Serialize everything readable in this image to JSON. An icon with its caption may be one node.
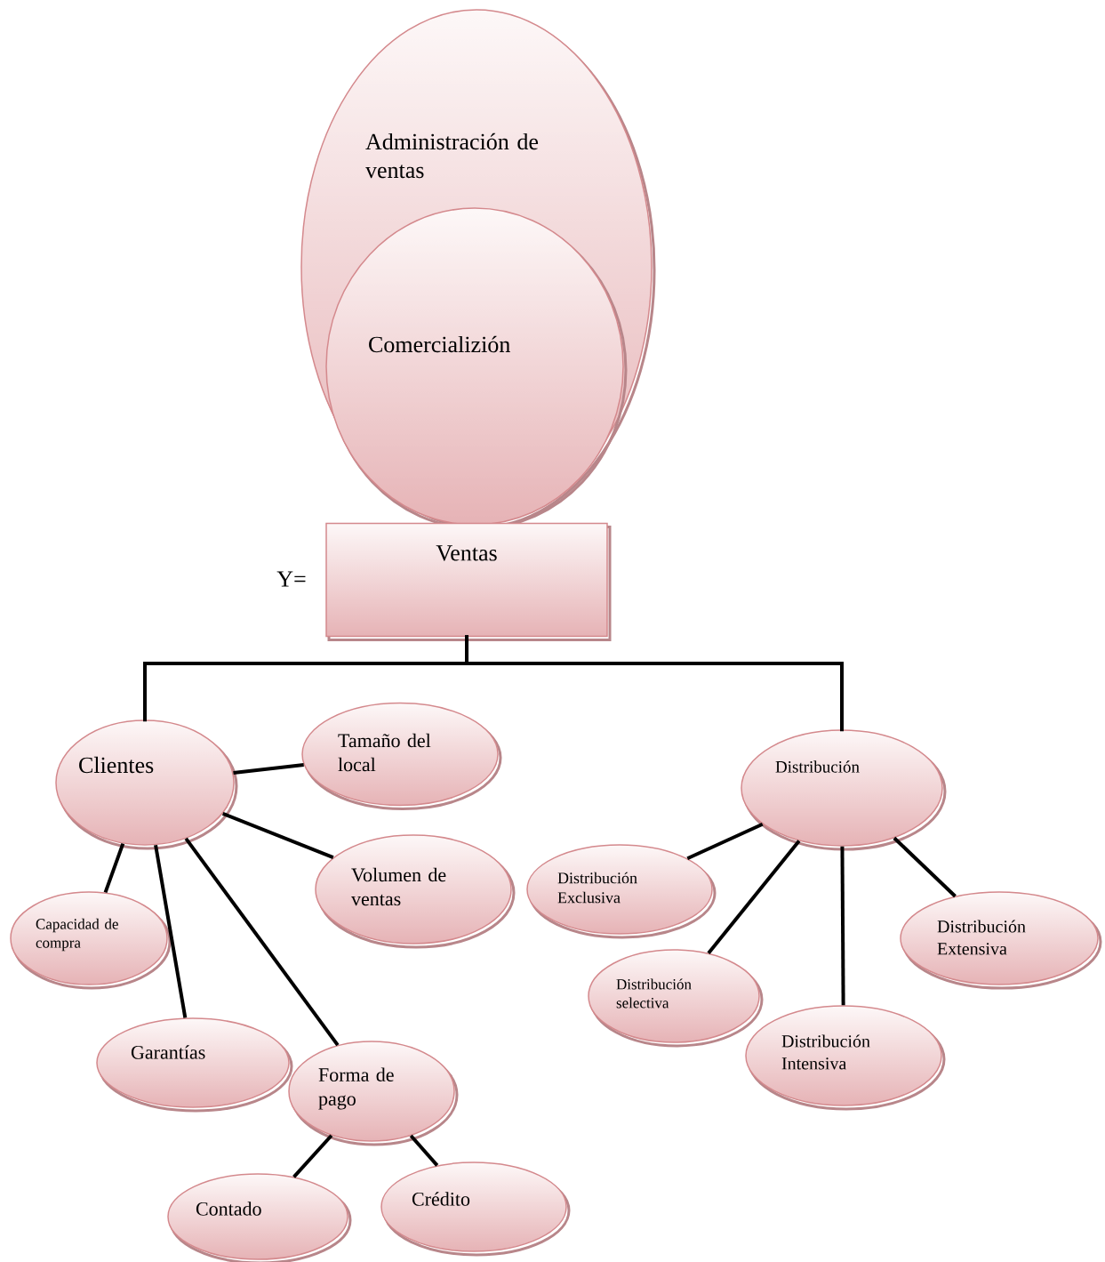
{
  "diagram": {
    "nodes": [
      {
        "text": [
          "Administración de ventas"
        ]
      },
      {
        "text": [
          "Comercializión"
        ],
        "in": 0
      },
      {
        "text": [
          "Ventas"
        ],
        "beside": [
          "Y="
        ]
      },
      {
        "text": [
          "Clientes"
        ]
      },
      {
        "text": [
          "Tamaño del local"
        ]
      },
      {
        "text": [
          "Distribución"
        ]
      },
      {
        "text": [
          "Volumen de ventas"
        ]
      },
      {
        "text": [
          "Distribución Exclusiva"
        ]
      },
      {
        "text": [
          "Capacidad de compra"
        ]
      },
      {
        "text": [
          "Distribución Extensiva"
        ]
      },
      {
        "text": [
          "Distribución selectiva"
        ]
      },
      {
        "text": [
          "Garantías"
        ]
      },
      {
        "text": [
          "Forma de pago"
        ]
      },
      {
        "text": [
          "Distribución Intensiva"
        ]
      },
      {
        "text": [
          "Contado"
        ]
      },
      {
        "text": [
          "Crédito"
        ]
      }
    ],
    "edges": [
      {
        "from": 2,
        "to": 3,
        "arrow": "none"
      },
      {
        "from": 2,
        "to": 5,
        "arrow": "none"
      },
      {
        "from": 3,
        "to": 4,
        "arrow": "none"
      },
      {
        "from": 3,
        "to": 6,
        "arrow": "none"
      },
      {
        "from": 3,
        "to": 8,
        "arrow": "none"
      },
      {
        "from": 3,
        "to": 11,
        "arrow": "none"
      },
      {
        "from": 3,
        "to": 12,
        "arrow": "none"
      },
      {
        "from": 12,
        "to": 14,
        "arrow": "none"
      },
      {
        "from": 12,
        "to": 15,
        "arrow": "none"
      },
      {
        "from": 5,
        "to": 7,
        "arrow": "none"
      },
      {
        "from": 5,
        "to": 10,
        "arrow": "none"
      },
      {
        "from": 5,
        "to": 13,
        "arrow": "none"
      },
      {
        "from": 5,
        "to": 9,
        "arrow": "none"
      }
    ]
  }
}
